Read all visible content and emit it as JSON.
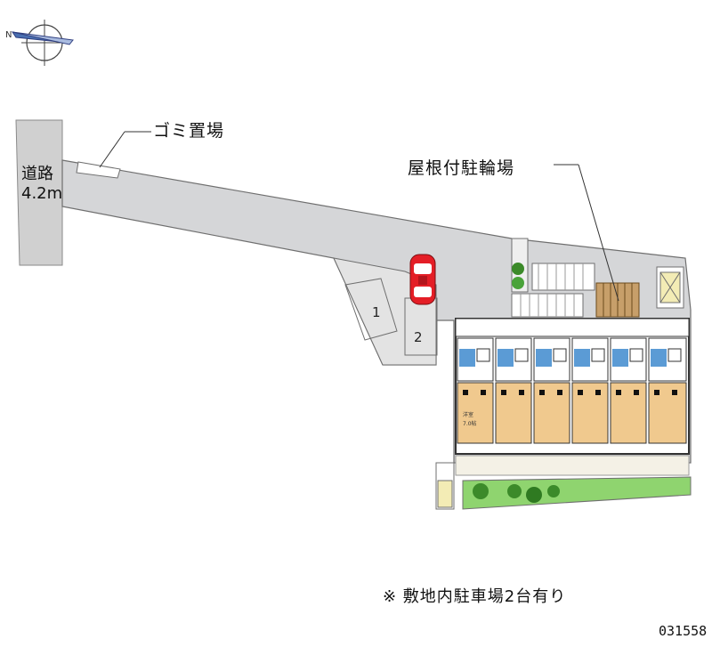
{
  "labels": {
    "garbage": "ゴミ置場",
    "road_name": "道路",
    "road_width": "4.2m",
    "bicycle_parking": "屋根付駐輪場",
    "parking_1": "1",
    "parking_2": "2",
    "note": "※ 敷地内駐車場2台有り",
    "property_code": "031558"
  },
  "compass": {
    "north_symbol": "N"
  },
  "colors": {
    "site_gray": "#d5d6d8",
    "road_gray": "#d0d0d0",
    "car_red": "#e41e26",
    "bath_blue": "#5b9bd5",
    "room_floor": "#f0c98e",
    "tree_green": "#3c8a2a",
    "lawn_green": "#8fd46f",
    "bike_roof": "#c79f6a",
    "light_yellow": "#f3ecb5"
  },
  "units": {
    "count": 6,
    "room_text": "洋室",
    "area_text": "7.0帖"
  }
}
